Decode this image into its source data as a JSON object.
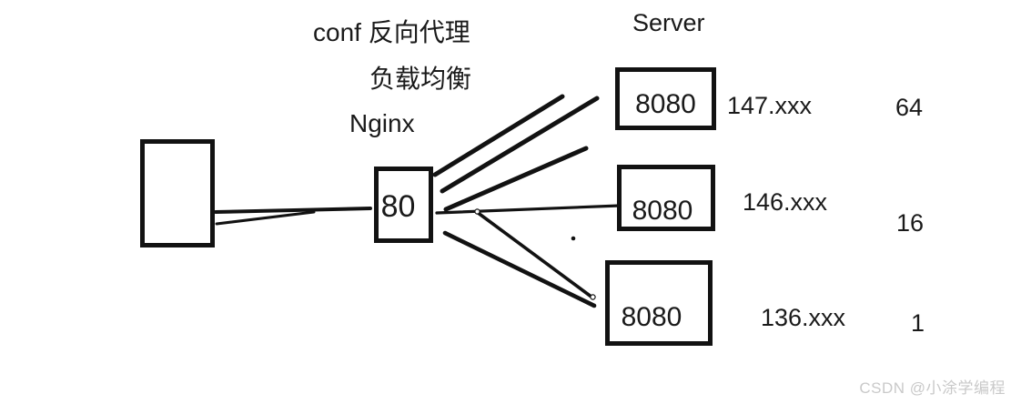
{
  "diagram": {
    "annotations": {
      "conf_label": "conf 反向代理",
      "load_balancing_label": "负载均衡",
      "nginx_label": "Nginx",
      "server_header": "Server"
    },
    "proxy_box": {
      "port": "80"
    },
    "servers": [
      {
        "port": "8080",
        "ip": "147.xxx",
        "weight": "64"
      },
      {
        "port": "8080",
        "ip": "146.xxx",
        "weight": "16"
      },
      {
        "port": "8080",
        "ip": "136.xxx",
        "weight": "1"
      }
    ],
    "watermark": "CSDN @小涂学编程",
    "colors": {
      "ink": "#121212",
      "text": "#1a1a1a",
      "watermark": "#c9c9c9",
      "background": "#ffffff"
    }
  }
}
